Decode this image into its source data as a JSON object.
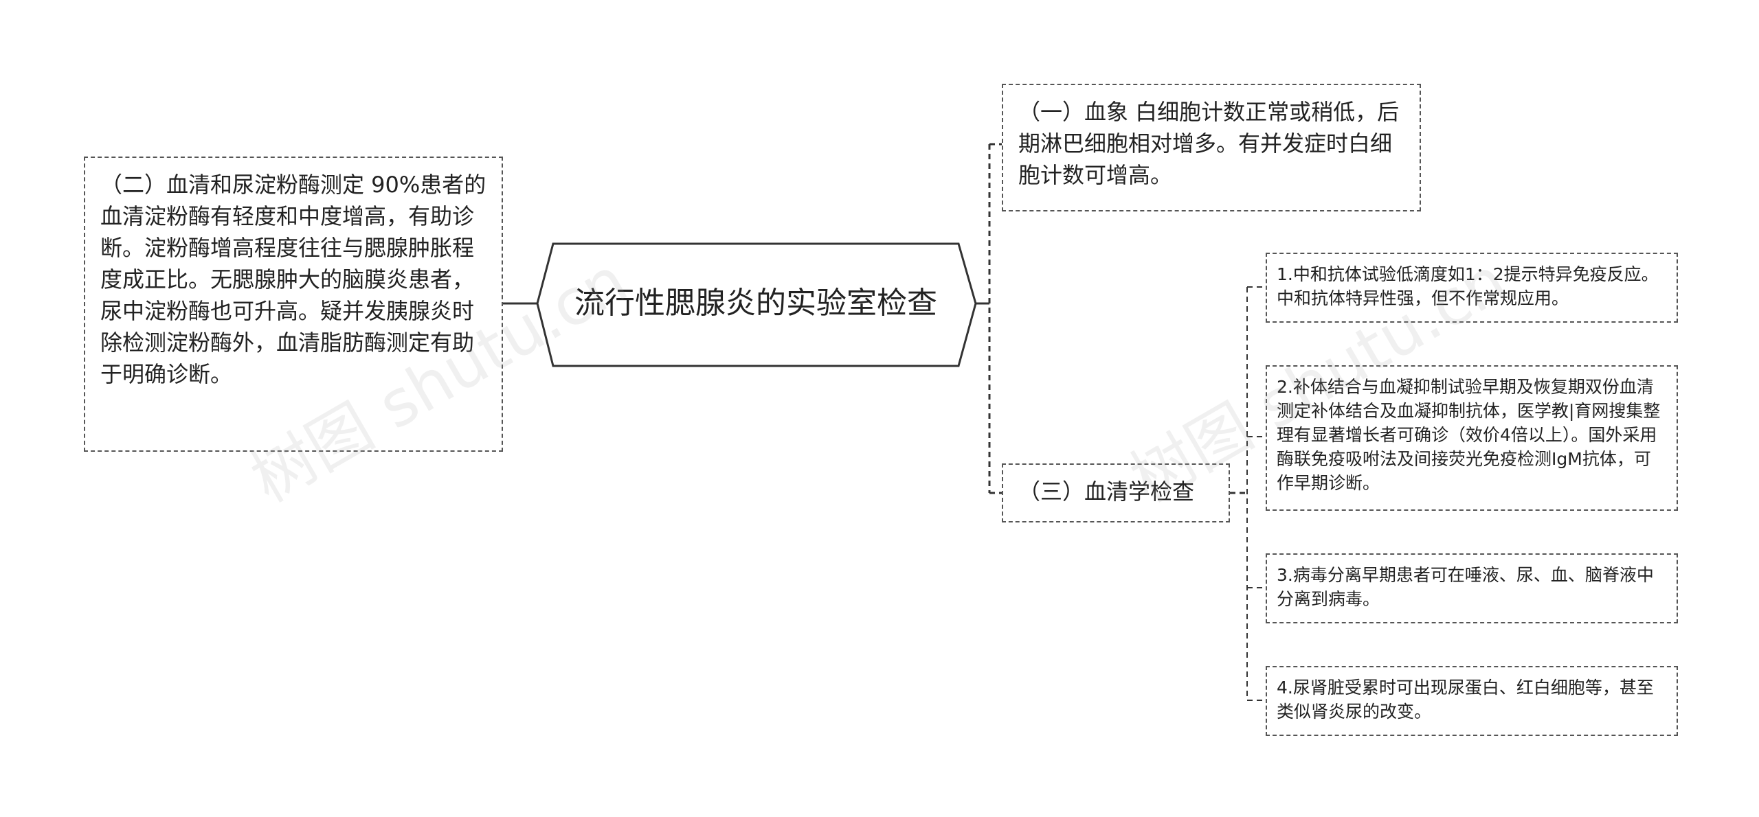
{
  "central": {
    "title": "流行性腮腺炎的实验室检查"
  },
  "left": {
    "serum_amylase": "（二）血清和尿淀粉酶测定 90%患者的血清淀粉酶有轻度和中度增高，有助诊断。淀粉酶增高程度往往与腮腺肿胀程度成正比。无腮腺肿大的脑膜炎患者，尿中淀粉酶也可升高。疑并发胰腺炎时除检测淀粉酶外，血清脂肪酶测定有助于明确诊断。"
  },
  "right": {
    "blood_picture": "（一）血象 白细胞计数正常或稍低，后期淋巴细胞相对增多。有并发症时白细胞计数可增高。",
    "serology": "（三）血清学检查",
    "serology_items": [
      "1.中和抗体试验低滴度如1：2提示特异免疫反应。中和抗体特异性强，但不作常规应用。",
      "2.补体结合与血凝抑制试验早期及恢复期双份血清测定补体结合及血凝抑制抗体，医学教|育网搜集整理有显著增长者可确诊（效价4倍以上）。国外采用酶联免疫吸咐法及间接荧光免疫检测IgM抗体，可作早期诊断。",
      "3.病毒分离早期患者可在唾液、尿、血、脑脊液中分离到病毒。",
      "4.尿肾脏受累时可出现尿蛋白、红白细胞等，甚至类似肾炎尿的改变。"
    ]
  },
  "watermark": {
    "text": "树图 shutu.cn"
  },
  "colors": {
    "line": "#444444",
    "border": "#555555",
    "text": "#222222",
    "background": "#ffffff"
  }
}
